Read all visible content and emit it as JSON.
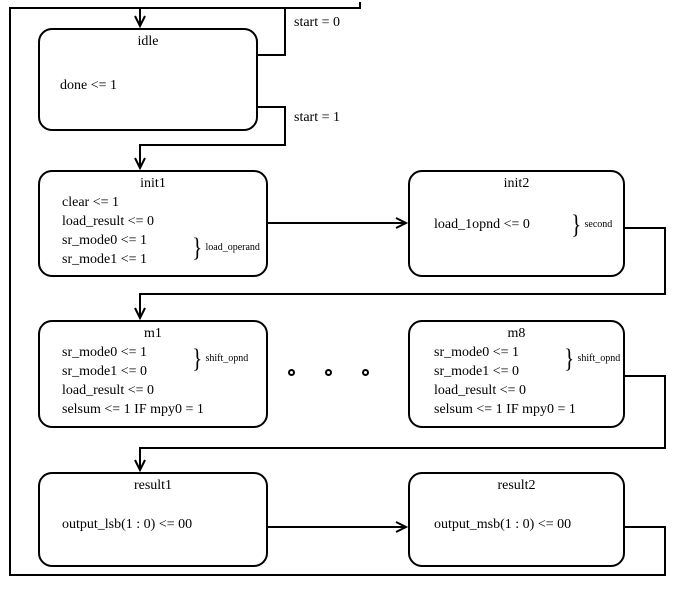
{
  "diagram": {
    "title": "multiplier-state-machine",
    "line_color": "#000000",
    "background": "#ffffff"
  },
  "states": [
    {
      "id": "idle",
      "name": "idle",
      "actions": [
        "done <= 1"
      ],
      "brace_label": ""
    },
    {
      "id": "init1",
      "name": "init1",
      "actions": [
        "clear <= 1",
        "load_result <= 0",
        "sr_mode0 <= 1",
        "sr_mode1 <= 1"
      ],
      "brace_label": "load_operand"
    },
    {
      "id": "init2",
      "name": "init2",
      "actions": [
        "load_1opnd <= 0"
      ],
      "brace_label": "second"
    },
    {
      "id": "m1",
      "name": "m1",
      "actions": [
        "sr_mode0 <= 1",
        "sr_mode1 <= 0",
        "load_result <= 0",
        "selsum <= 1 IF mpy0 = 1"
      ],
      "brace_label": "shift_opnd"
    },
    {
      "id": "m8",
      "name": "m8",
      "actions": [
        "sr_mode0 <= 1",
        "sr_mode1 <= 0",
        "load_result <= 0",
        "selsum <= 1 IF mpy0 = 1"
      ],
      "brace_label": "shift_opnd"
    },
    {
      "id": "result1",
      "name": "result1",
      "actions": [
        "output_lsb(1 : 0) <= 00"
      ],
      "brace_label": ""
    },
    {
      "id": "result2",
      "name": "result2",
      "actions": [
        "output_msb(1 : 0) <= 00"
      ],
      "brace_label": ""
    }
  ],
  "transitions": [
    {
      "id": "idle-self",
      "label": "start = 0",
      "from": "idle",
      "to": "idle"
    },
    {
      "id": "idle-init1",
      "label": "start = 1",
      "from": "idle",
      "to": "init1"
    },
    {
      "id": "init1-init2",
      "label": "",
      "from": "init1",
      "to": "init2"
    },
    {
      "id": "init2-m1",
      "label": "",
      "from": "init2",
      "to": "m1"
    },
    {
      "id": "m1-m8",
      "label": "",
      "from": "m1",
      "to": "m8"
    },
    {
      "id": "m8-result1",
      "label": "",
      "from": "m8",
      "to": "result1"
    },
    {
      "id": "result1-result2",
      "label": "",
      "from": "result1",
      "to": "result2"
    },
    {
      "id": "result2-idle",
      "label": "",
      "from": "result2",
      "to": "idle"
    }
  ],
  "ellipsis": {
    "name": "intermediate-states-ellipsis",
    "dot_count": 3
  }
}
